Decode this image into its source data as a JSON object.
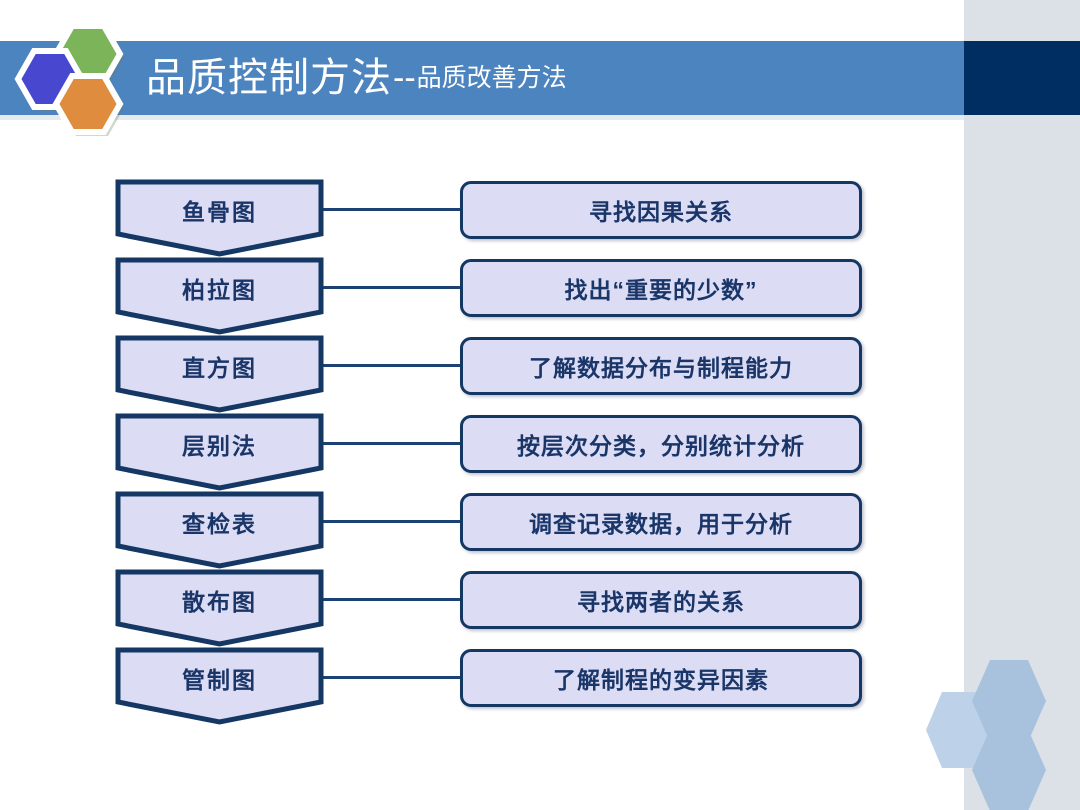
{
  "slide": {
    "background_color": "#ffffff",
    "header": {
      "band_color": "#4c84bf",
      "band_accent_color": "#012e62",
      "title_main": "品质控制方法",
      "title_dashes": "--",
      "title_sub": "品质改善方法",
      "logo_hex_colors": {
        "green": "#7cb45a",
        "blue": "#4747cf",
        "orange": "#e08c3e"
      }
    },
    "decor": {
      "panel_color": "#dce1e8",
      "hexagon_color": "#a8c2de"
    },
    "diagram": {
      "node_fill": "#dcdcf5",
      "node_stroke": "#153763",
      "text_color": "#1a3668",
      "rows": [
        {
          "method": "鱼骨图",
          "purpose": "寻找因果关系"
        },
        {
          "method": "柏拉图",
          "purpose": "找出“重要的少数”"
        },
        {
          "method": "直方图",
          "purpose": "了解数据分布与制程能力"
        },
        {
          "method": "层别法",
          "purpose": "按层次分类，分别统计分析"
        },
        {
          "method": "查检表",
          "purpose": "调查记录数据，用于分析"
        },
        {
          "method": "散布图",
          "purpose": "寻找两者的关系"
        },
        {
          "method": "管制图",
          "purpose": "了解制程的变异因素"
        }
      ]
    }
  }
}
